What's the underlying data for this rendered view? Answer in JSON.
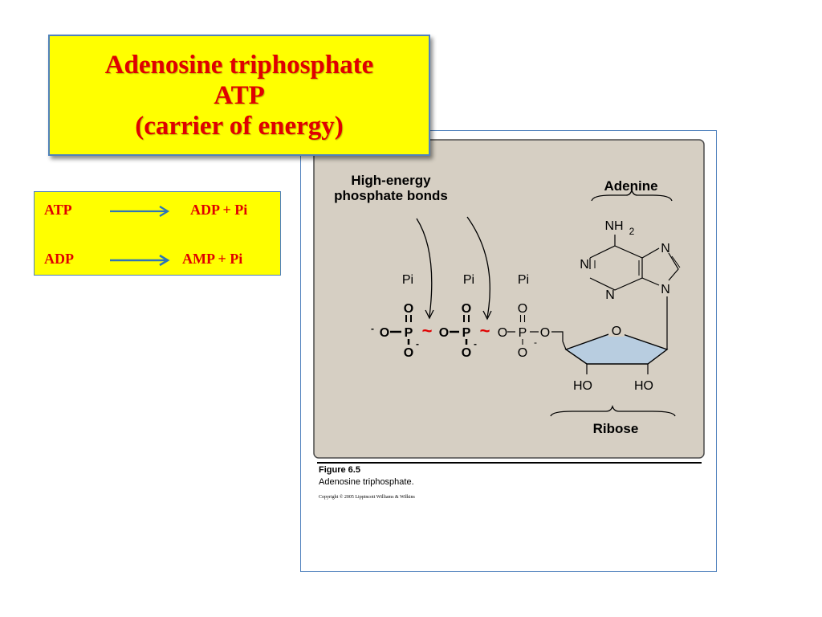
{
  "title": {
    "line1": "Adenosine triphosphate",
    "line2": "ATP",
    "line3": "(carrier of energy)"
  },
  "reactions": [
    {
      "reactant": "ATP",
      "products": "ADP + Pi"
    },
    {
      "reactant": "ADP",
      "products": "AMP + Pi"
    }
  ],
  "figure": {
    "high_energy_label_1": "High-energy",
    "high_energy_label_2": "phosphate bonds",
    "adenine_label": "Adenine",
    "ribose_label": "Ribose",
    "pi_labels": [
      "Pi",
      "Pi",
      "Pi"
    ],
    "nh2": "NH",
    "nh2_sub": "2",
    "n_label": "N",
    "o_label": "O",
    "p_label": "P",
    "ho_label": "HO",
    "charge": "-",
    "tilde": "~",
    "figure_number": "Figure 6.5",
    "figure_description": "Adenosine triphosphate.",
    "copyright": "Copyright © 2005 Lippincott Williams & Wilkins"
  },
  "colors": {
    "title_bg": "#ffff00",
    "title_text": "#e00000",
    "border": "#4f81bd",
    "panel_bg": "#d6cfc3",
    "ribose_fill": "#b8cde0",
    "arrow": "#2e75b6",
    "tilde": "#e00000"
  }
}
